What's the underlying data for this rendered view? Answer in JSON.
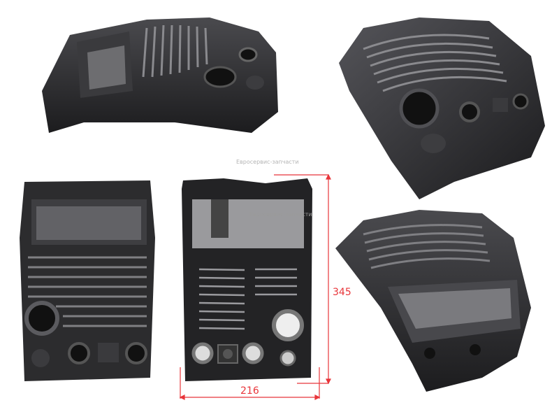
{
  "watermark": "Евросервис-запчасти",
  "dimensions": {
    "height_label": "345",
    "width_label": "216"
  },
  "colors": {
    "plastic": "#2a2a2c",
    "highlight": "#5a5a5e",
    "dimension_line": "#e8353a",
    "watermark": "#b5b5b5"
  }
}
